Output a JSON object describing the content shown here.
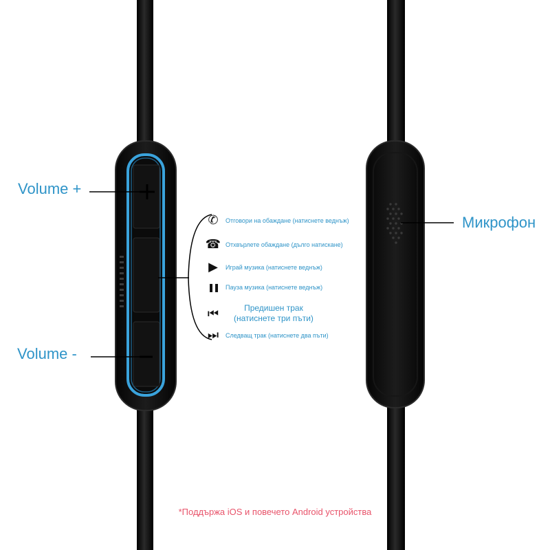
{
  "labels": {
    "volume_up": "Volume +",
    "volume_down": "Volume -",
    "microphone": "Микрофон"
  },
  "functions": [
    {
      "icon": "phone-answer-icon",
      "glyph": "✆",
      "text": "Отговори на обаждане (натиснете веднъж)"
    },
    {
      "icon": "phone-hangup-icon",
      "glyph": "☎",
      "text": "Отхвърлете обаждане (дълго натискане)"
    },
    {
      "icon": "play-icon",
      "glyph": "▶",
      "text": "Играй музика (натиснете веднъж)"
    },
    {
      "icon": "pause-icon",
      "glyph": "❚❚",
      "text": "Пауза музика (натиснете веднъж)"
    },
    {
      "icon": "previous-track-icon",
      "glyph": "⏮",
      "text": "Предишен трак\n(натиснете три пъти)"
    },
    {
      "icon": "next-track-icon",
      "glyph": "⏭",
      "text": "Следващ трак (натиснете два пъти)"
    }
  ],
  "footnote": "*Поддържа iOS и повечето Android устройства",
  "colors": {
    "accent_blue": "#2f94c8",
    "footnote_red": "#e8536a",
    "body_black": "#0d0d0d"
  }
}
